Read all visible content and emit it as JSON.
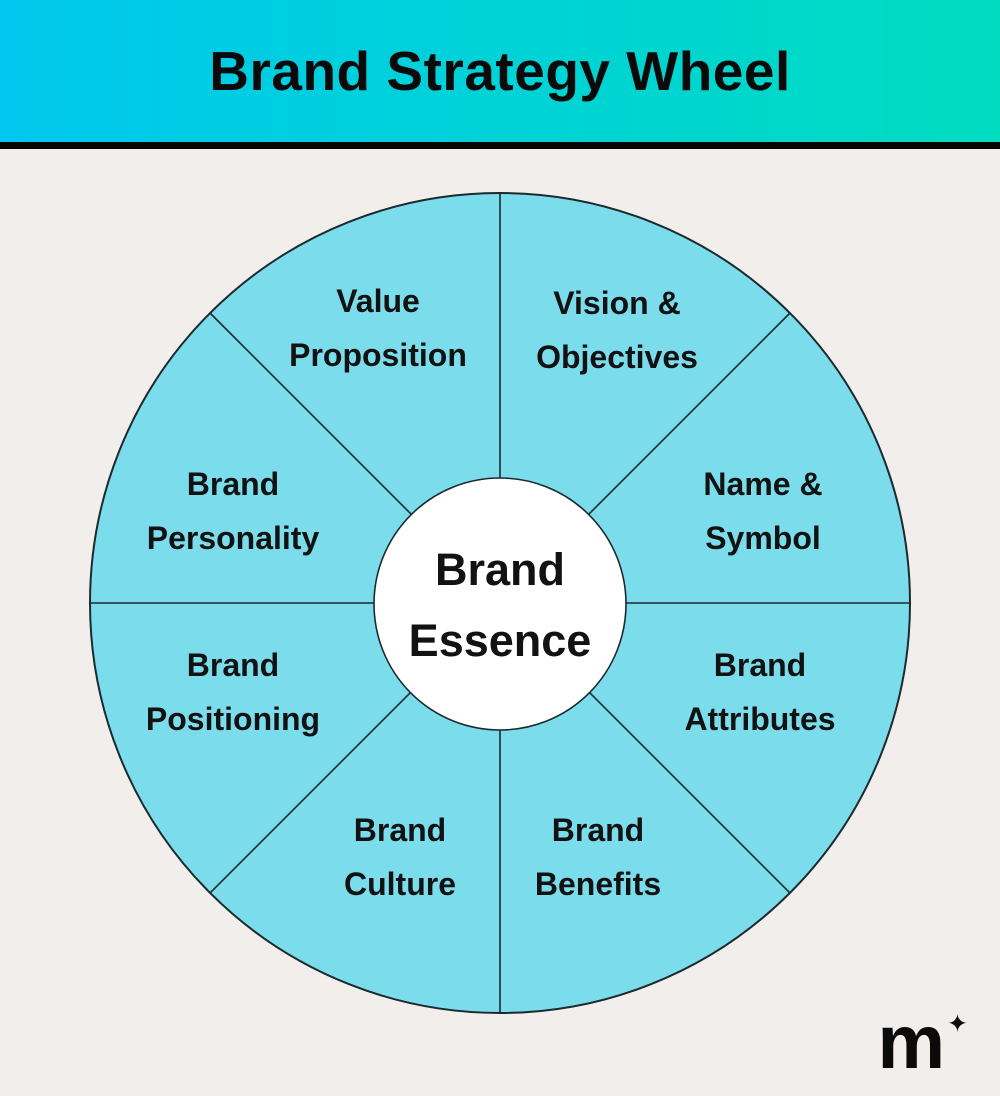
{
  "header": {
    "title": "Brand Strategy Wheel"
  },
  "wheel": {
    "center": {
      "line1": "Brand",
      "line2": "Essence"
    },
    "segments": [
      {
        "id": "value-proposition",
        "line1": "Value",
        "line2": "Proposition"
      },
      {
        "id": "vision-objectives",
        "line1": "Vision &",
        "line2": "Objectives"
      },
      {
        "id": "name-symbol",
        "line1": "Name &",
        "line2": "Symbol"
      },
      {
        "id": "brand-attributes",
        "line1": "Brand",
        "line2": "Attributes"
      },
      {
        "id": "brand-benefits",
        "line1": "Brand",
        "line2": "Benefits"
      },
      {
        "id": "brand-culture",
        "line1": "Brand",
        "line2": "Culture"
      },
      {
        "id": "brand-positioning",
        "line1": "Brand",
        "line2": "Positioning"
      },
      {
        "id": "brand-personality",
        "line1": "Brand",
        "line2": "Personality"
      }
    ]
  },
  "logo": {
    "letter": "m",
    "sparkle": "✦"
  },
  "colors": {
    "background": "#f1eeec",
    "header_gradient_start": "#00c8ee",
    "header_gradient_end": "#00dcc0",
    "wheel_fill": "#7bdcec",
    "wheel_line": "#1c2a2e",
    "center_fill": "#ffffff",
    "text": "#121212"
  }
}
